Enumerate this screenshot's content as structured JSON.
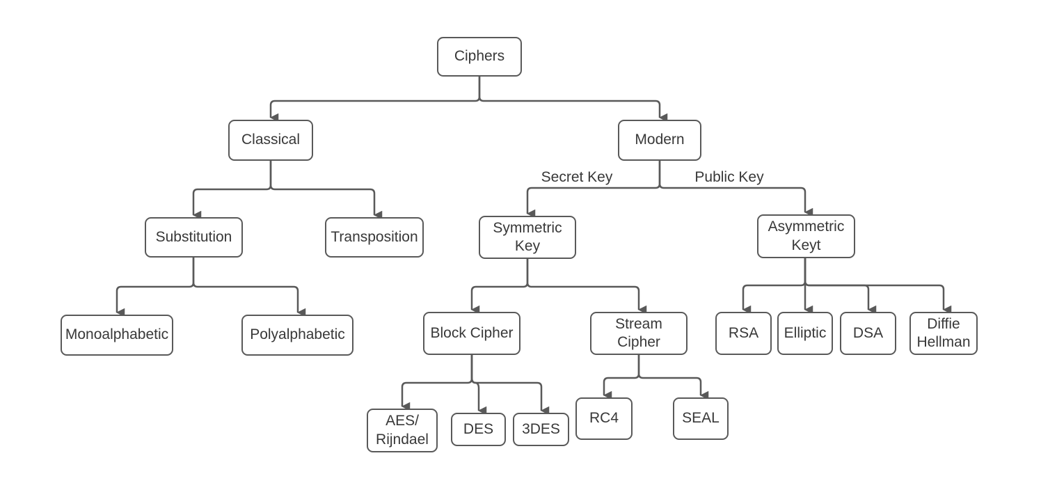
{
  "diagram": {
    "type": "tree",
    "background_color": "#ffffff",
    "line_color": "#595959",
    "text_color": "#383838",
    "nodes": {
      "ciphers": {
        "label": "Ciphers"
      },
      "classical": {
        "label": "Classical"
      },
      "modern": {
        "label": "Modern"
      },
      "substitution": {
        "label": "Substitution"
      },
      "transposition": {
        "label": "Transposition"
      },
      "symmetric": {
        "label": "Symmetric\nKey"
      },
      "asymmetric": {
        "label": "Asymmetric\nKeyt"
      },
      "mono": {
        "label": "Monoalphabetic"
      },
      "poly": {
        "label": "Polyalphabetic"
      },
      "block": {
        "label": "Block Cipher"
      },
      "stream": {
        "label": "Stream\nCipher"
      },
      "aes": {
        "label": "AES/\nRijndael"
      },
      "des": {
        "label": "DES"
      },
      "3des": {
        "label": "3DES"
      },
      "rc4": {
        "label": "RC4"
      },
      "seal": {
        "label": "SEAL"
      },
      "rsa": {
        "label": "RSA"
      },
      "elliptic": {
        "label": "Elliptic"
      },
      "dsa": {
        "label": "DSA"
      },
      "diffie": {
        "label": "Diffie\nHellman"
      }
    },
    "edge_labels": {
      "secret_key": "Secret Key",
      "public_key": "Public Key"
    },
    "edges": [
      {
        "from": "Ciphers",
        "to": "Classical"
      },
      {
        "from": "Ciphers",
        "to": "Modern"
      },
      {
        "from": "Classical",
        "to": "Substitution"
      },
      {
        "from": "Classical",
        "to": "Transposition"
      },
      {
        "from": "Substitution",
        "to": "Monoalphabetic"
      },
      {
        "from": "Substitution",
        "to": "Polyalphabetic"
      },
      {
        "from": "Modern",
        "to": "Symmetric Key",
        "label": "Secret Key"
      },
      {
        "from": "Modern",
        "to": "Asymmetric Keyt",
        "label": "Public Key"
      },
      {
        "from": "Symmetric Key",
        "to": "Block Cipher"
      },
      {
        "from": "Symmetric Key",
        "to": "Stream Cipher"
      },
      {
        "from": "Block Cipher",
        "to": "AES/ Rijndael"
      },
      {
        "from": "Block Cipher",
        "to": "DES"
      },
      {
        "from": "Block Cipher",
        "to": "3DES"
      },
      {
        "from": "Stream Cipher",
        "to": "RC4"
      },
      {
        "from": "Stream Cipher",
        "to": "SEAL"
      },
      {
        "from": "Asymmetric Keyt",
        "to": "RSA"
      },
      {
        "from": "Asymmetric Keyt",
        "to": "Elliptic"
      },
      {
        "from": "Asymmetric Keyt",
        "to": "DSA"
      },
      {
        "from": "Asymmetric Keyt",
        "to": "Diffie Hellman"
      }
    ]
  }
}
